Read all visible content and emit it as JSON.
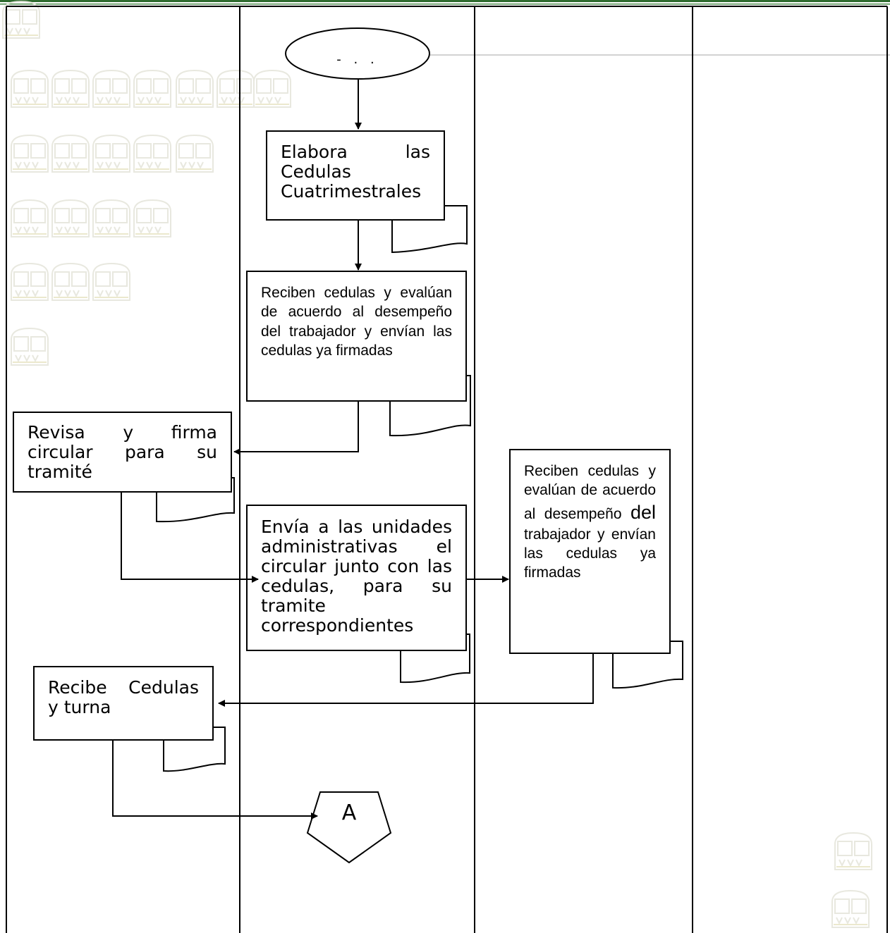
{
  "diagram": {
    "start_label": "- . .",
    "boxes": {
      "elabora": "Elabora las Cedulas Cuatrimestrales",
      "reciben_1": "Reciben cedulas y evalúan de acuerdo al desempeño del trabajador y envían las cedulas ya firmadas",
      "revisa": "Revisa y firma circular para su tramité",
      "envia": "Envía a las unidades administrativas el circular junto con las cedulas, para su tramite correspondientes",
      "reciben_2_before": "Reciben cedulas y evalúan de acuerdo al desempeño ",
      "reciben_2_big": "del",
      "reciben_2_after": " trabajador y envían las cedulas ya firmadas",
      "recibe_turna": "Recibe Cedulas y turna"
    },
    "connector_label": "A"
  }
}
